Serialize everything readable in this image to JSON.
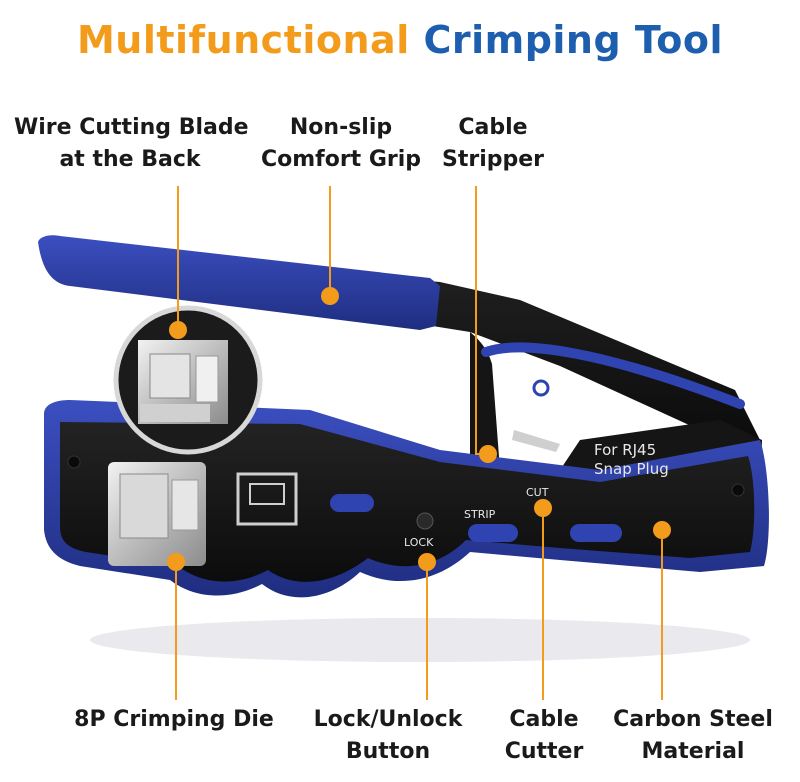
{
  "title": {
    "part1": "Multifunctional",
    "part2": "Crimping Tool"
  },
  "callouts": {
    "wire_cutting_blade": [
      "Wire Cutting Blade",
      "at the Back"
    ],
    "non_slip_grip": [
      "Non-slip",
      "Comfort Grip"
    ],
    "cable_stripper": [
      "Cable",
      "Stripper"
    ],
    "crimping_die": [
      "8P Crimping Die"
    ],
    "lock_button": [
      "Lock/Unlock",
      "Button"
    ],
    "cable_cutter": [
      "Cable",
      "Cutter"
    ],
    "carbon_steel": [
      "Carbon Steel",
      "Material"
    ]
  },
  "tool_text": {
    "rj45_line1": "For RJ45",
    "rj45_line2": "Snap Plug",
    "cut": "CUT",
    "strip": "STRIP",
    "lock": "LOCK"
  },
  "colors": {
    "accent_orange": "#f39c1c",
    "brand_blue": "#1d5fae",
    "tool_blue": "#2a3c9c",
    "tool_black": "#141414"
  }
}
